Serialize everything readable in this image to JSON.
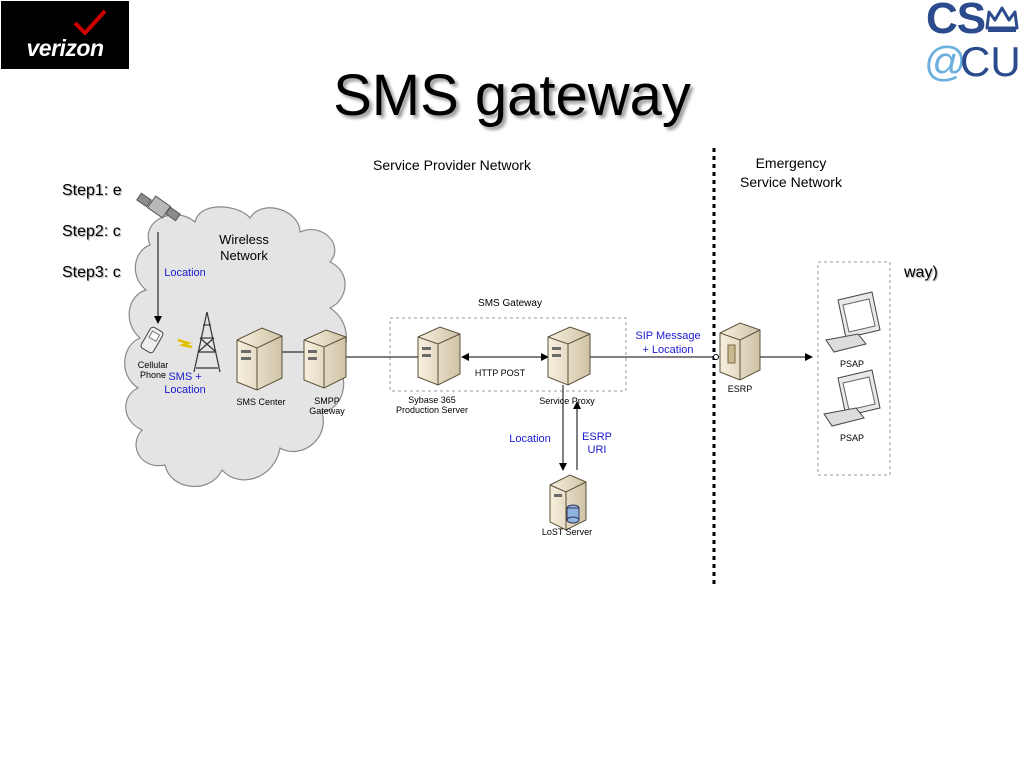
{
  "header": {
    "title": "SMS gateway",
    "verizon_logo_text": "verizon",
    "cu_logo_cs": "CS",
    "cu_logo_at": "@",
    "cu_logo_cu": "CU"
  },
  "steps": [
    {
      "label": "Step1: e"
    },
    {
      "label": "Step2: c"
    },
    {
      "label": "Step3: c",
      "tail": "way)"
    }
  ],
  "diagram": {
    "service_provider_network": "Service Provider Network",
    "emergency_network_line1": "Emergency",
    "emergency_network_line2": "Service Network",
    "wireless_network_line1": "Wireless",
    "wireless_network_line2": "Network",
    "location_label_satellite": "Location",
    "cellular_phone_line1": "Cellular",
    "cellular_phone_line2": "Phone",
    "sms_location_line1": "SMS +",
    "sms_location_line2": "Location",
    "sms_center": "SMS Center",
    "smpp_gateway_line1": "SMPP",
    "smpp_gateway_line2": "Gateway",
    "sms_gateway_group": "SMS Gateway",
    "sybase_line1": "Sybase 365",
    "sybase_line2": "Production Server",
    "http_post": "HTTP POST",
    "service_proxy": "Service Proxy",
    "sip_message_line1": "SIP Message",
    "sip_message_line2": "+ Location",
    "esrp": "ESRP",
    "psap_1": "PSAP",
    "psap_2": "PSAP",
    "location_to_lost": "Location",
    "esrp_uri_line1": "ESRP",
    "esrp_uri_line2": "URI",
    "lost_server": "LoST Server"
  },
  "colors": {
    "annotation_blue": "#1a1ad0",
    "cloud_fill": "#e4e4e4",
    "server_fill": "#ede3cc",
    "verizon_red": "#cc0000",
    "cu_dark_blue": "#2b4b8c",
    "cu_light_blue": "#6bb0de"
  }
}
